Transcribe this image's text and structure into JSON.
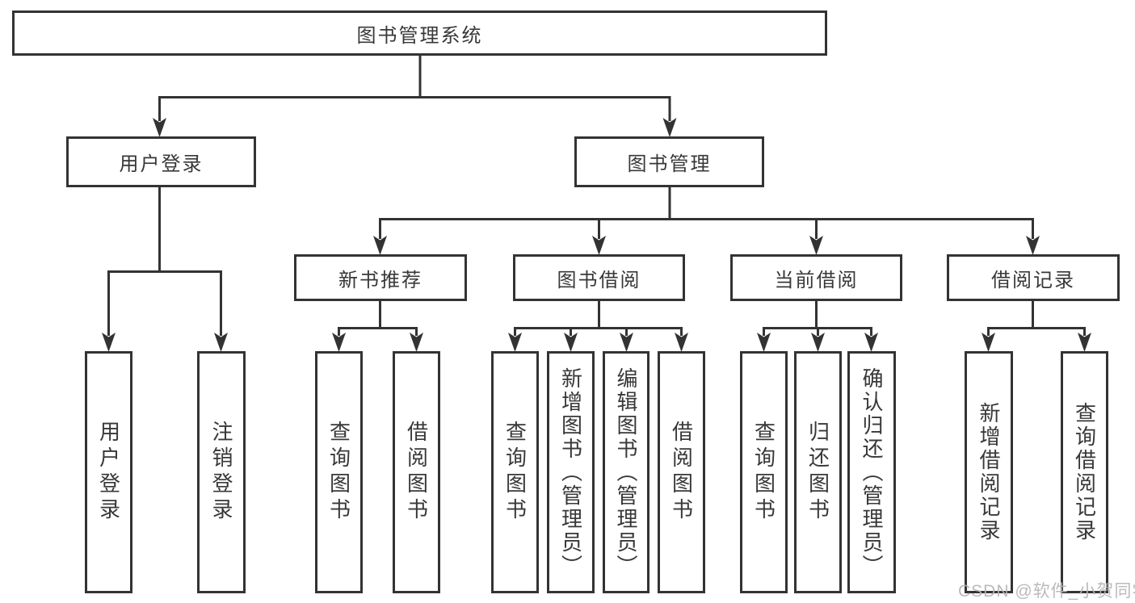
{
  "title": {
    "root": "图书管理系统"
  },
  "level2": {
    "user_login": "用户登录",
    "book_mgmt": "图书管理"
  },
  "level3": {
    "new_book": "新书推荐",
    "book_borrow": "图书借阅",
    "current_borrow": "当前借阅",
    "borrow_record": "借阅记录"
  },
  "leaves": {
    "user_login": [
      "用户登录",
      "注销登录"
    ],
    "new_book": [
      "查询图书",
      "借阅图书"
    ],
    "book_borrow": [
      "查询图书",
      "新增图书（管理员）",
      "编辑图书（管理员）",
      "借阅图书"
    ],
    "current_borrow": [
      "查询图书",
      "归还图书",
      "确认归还（管理员）"
    ],
    "borrow_record": [
      "新增借阅记录",
      "查询借阅记录"
    ]
  },
  "watermark": "CSDN @软件_小贺同学",
  "colors": {
    "line": "#333333",
    "text": "#383838",
    "watermark": "#b5b5b5",
    "background": "#ffffff"
  }
}
